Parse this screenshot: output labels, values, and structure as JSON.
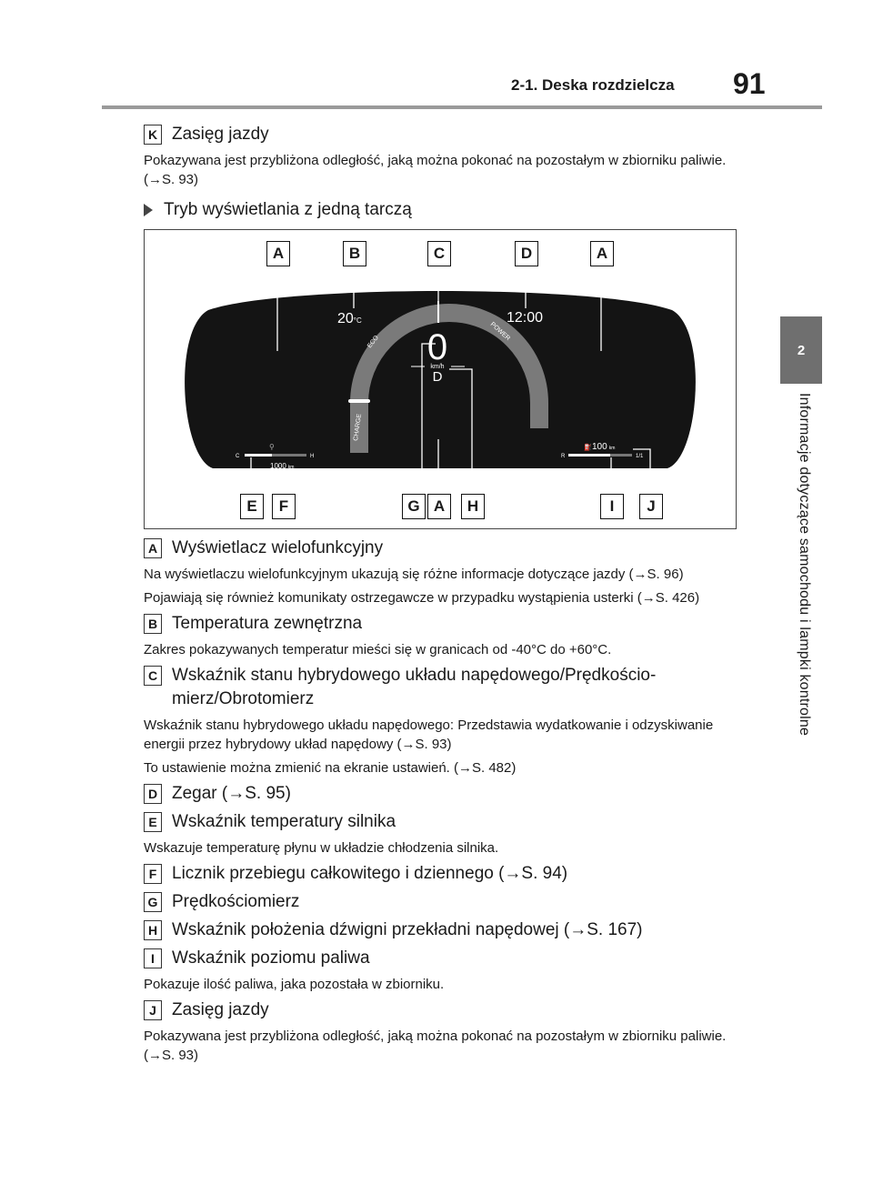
{
  "header": {
    "section": "2-1. Deska rozdzielcza",
    "page_number": "91"
  },
  "sidebar": {
    "chapter": "2",
    "chapter_title": "Informacje dotyczące samochodu i lampki kontrolne"
  },
  "intro_item": {
    "key": "K",
    "title": "Zasięg jazdy",
    "desc": "Pokazywana jest przybliżona odległość, jaką można pokonać na pozostałym w zbiorniku paliwie. (→S. 93)"
  },
  "subheading": "Tryb wyświetlania z jedną tarczą",
  "cluster": {
    "temperature": "20",
    "temp_unit": "°C",
    "clock": "12:00",
    "speed": "0",
    "speed_unit": "km/h",
    "gear": "D",
    "eco": "ECO",
    "power": "POWER",
    "charge": "CHARGE",
    "odometer": "1000",
    "odo_unit": "km",
    "range": "100",
    "range_unit": "km",
    "temp_c": "C",
    "temp_h": "H",
    "fuel_r": "R",
    "fuel_full": "1/1"
  },
  "callouts_top": [
    "A",
    "B",
    "C",
    "D",
    "A"
  ],
  "callouts_bottom": [
    "E",
    "F",
    "G",
    "A",
    "H",
    "I",
    "J"
  ],
  "items": [
    {
      "key": "A",
      "title": "Wyświetlacz wielofunkcyjny",
      "descs": [
        "Na wyświetlaczu wielofunkcyjnym ukazują się różne informacje dotyczące jazdy (→S. 96)",
        "Pojawiają się również komunikaty ostrzegawcze w przypadku wystąpienia usterki (→S. 426)"
      ]
    },
    {
      "key": "B",
      "title": "Temperatura zewnętrzna",
      "descs": [
        "Zakres pokazywanych temperatur mieści się w granicach od -40°C do +60°C."
      ]
    },
    {
      "key": "C",
      "title": "Wskaźnik stanu hybrydowego układu napędowego/Prędkościo-mierz/Obrotomierz",
      "descs": [
        "Wskaźnik stanu hybrydowego układu napędowego: Przedstawia wydatkowanie i odzyskiwanie energii przez hybrydowy układ napędowy (→S. 93)",
        "To ustawienie można zmienić na ekranie ustawień. (→S. 482)"
      ]
    },
    {
      "key": "D",
      "title": "Zegar (→S. 95)",
      "descs": []
    },
    {
      "key": "E",
      "title": "Wskaźnik temperatury silnika",
      "descs": [
        "Wskazuje temperaturę płynu w układzie chłodzenia silnika."
      ]
    },
    {
      "key": "F",
      "title": "Licznik przebiegu całkowitego i dziennego (→S. 94)",
      "descs": []
    },
    {
      "key": "G",
      "title": "Prędkościomierz",
      "descs": []
    },
    {
      "key": "H",
      "title": "Wskaźnik położenia dźwigni przekładni napędowej (→S. 167)",
      "descs": []
    },
    {
      "key": "I",
      "title": "Wskaźnik poziomu paliwa",
      "descs": [
        "Pokazuje ilość paliwa, jaka pozostała w zbiorniku."
      ]
    },
    {
      "key": "J",
      "title": "Zasięg jazdy",
      "descs": [
        "Pokazywana jest przybliżona odległość, jaką można pokonać na pozostałym w zbiorniku paliwie. (→S. 93)"
      ]
    }
  ]
}
